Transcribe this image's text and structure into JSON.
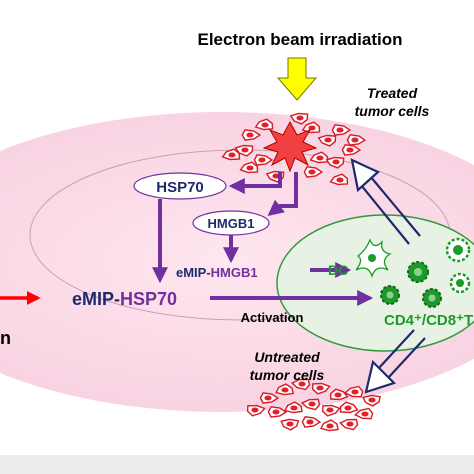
{
  "title": "Electron beam irradiation",
  "treated_label": [
    "Treated",
    "tumor cells"
  ],
  "untreated_label": [
    "Untreated",
    "tumor cells"
  ],
  "hsp70": "HSP70",
  "hmgb1": "HMGB1",
  "emip_hmgb1_prefix": "eMIP-",
  "emip_hmgb1_suffix": "HMGB1",
  "emip_hsp70_prefix": "eMIP-",
  "emip_hsp70_suffix": "HSP70",
  "dc": "DC",
  "activation": "Activation",
  "cd_label": "CD4⁺/CD8⁺T",
  "left_fragment": "n",
  "colors": {
    "purple": "#7030a0",
    "navy": "#1f2a6b",
    "green": "#1c9a2a",
    "tumor": "#e0202a",
    "arrow_yellow": "#ffff00",
    "arrow_red": "#ff0000"
  }
}
